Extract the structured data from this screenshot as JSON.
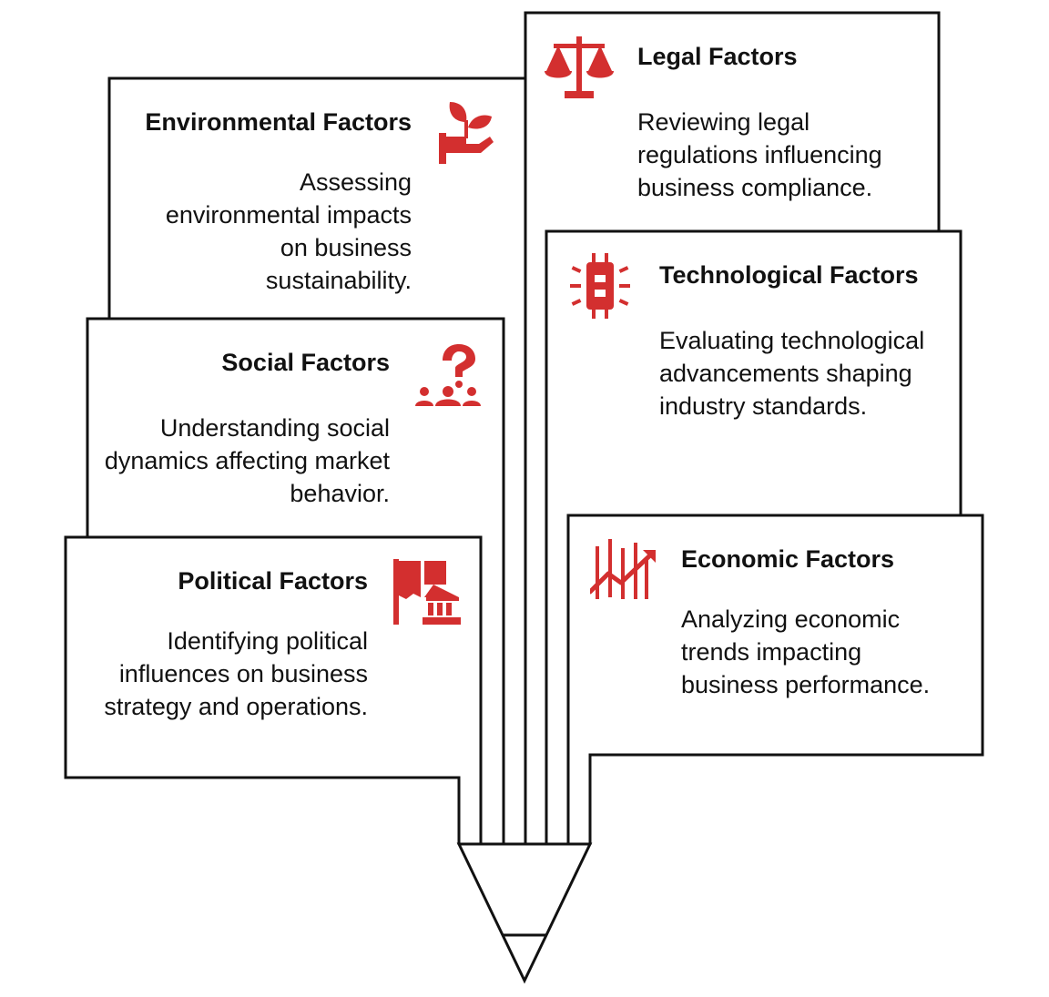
{
  "colors": {
    "accent": "#d32f2f",
    "stroke": "#111111",
    "background": "#ffffff"
  },
  "factors": [
    {
      "title": "Environmental Factors",
      "description": "Assessing environmental impacts on business sustainability.",
      "icon": "plant-in-hand-icon"
    },
    {
      "title": "Social Factors",
      "description": "Understanding social dynamics affecting market behavior.",
      "icon": "people-question-icon"
    },
    {
      "title": "Political Factors",
      "description": "Identifying political influences on business strategy and operations.",
      "icon": "flag-government-building-icon"
    },
    {
      "title": "Legal Factors",
      "description": "Reviewing legal regulations influencing business compliance.",
      "icon": "scales-of-justice-icon"
    },
    {
      "title": "Technological Factors",
      "description": "Evaluating technological advancements shaping industry standards.",
      "icon": "microchip-icon"
    },
    {
      "title": "Economic Factors",
      "description": "Analyzing economic trends impacting business performance.",
      "icon": "trend-chart-arrow-icon"
    }
  ]
}
